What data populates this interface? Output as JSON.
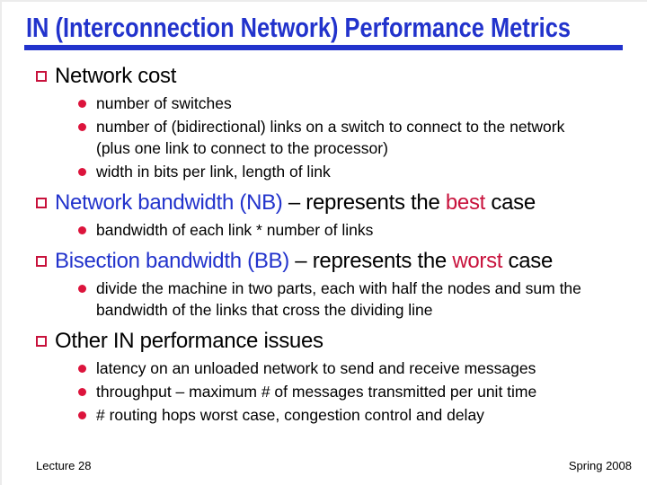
{
  "slide": {
    "title": "IN (Interconnection Network) Performance Metrics",
    "colors": {
      "blue": "#2233cc",
      "red": "#c8123c",
      "bullet_red": "#dc143c",
      "text": "#000000",
      "background": "#ffffff"
    },
    "sections": [
      {
        "heading": [
          {
            "text": "Network cost",
            "color": "black"
          }
        ],
        "items": [
          "number of switches",
          "number of (bidirectional) links on a switch to connect to the network (plus one link to connect to the processor)",
          "width in bits per link, length of link"
        ]
      },
      {
        "heading": [
          {
            "text": "Network bandwidth (NB)",
            "color": "blue"
          },
          {
            "text": " – represents the ",
            "color": "black"
          },
          {
            "text": "best",
            "color": "red"
          },
          {
            "text": " case",
            "color": "black"
          }
        ],
        "items": [
          "bandwidth of each link * number of links"
        ]
      },
      {
        "heading": [
          {
            "text": "Bisection bandwidth (BB)",
            "color": "blue"
          },
          {
            "text": " – represents the ",
            "color": "black"
          },
          {
            "text": "worst",
            "color": "red"
          },
          {
            "text": " case",
            "color": "black"
          }
        ],
        "items": [
          "divide the machine in two parts, each with half the nodes and sum the bandwidth of the links that cross the dividing line"
        ]
      },
      {
        "heading": [
          {
            "text": "Other IN performance issues",
            "color": "black"
          }
        ],
        "items": [
          "latency on an unloaded network to send and receive messages",
          "throughput – maximum # of messages transmitted per unit time",
          "# routing hops worst case, congestion control and delay"
        ]
      }
    ],
    "footer": {
      "left": "Lecture 28",
      "right": "Spring 2008"
    }
  }
}
